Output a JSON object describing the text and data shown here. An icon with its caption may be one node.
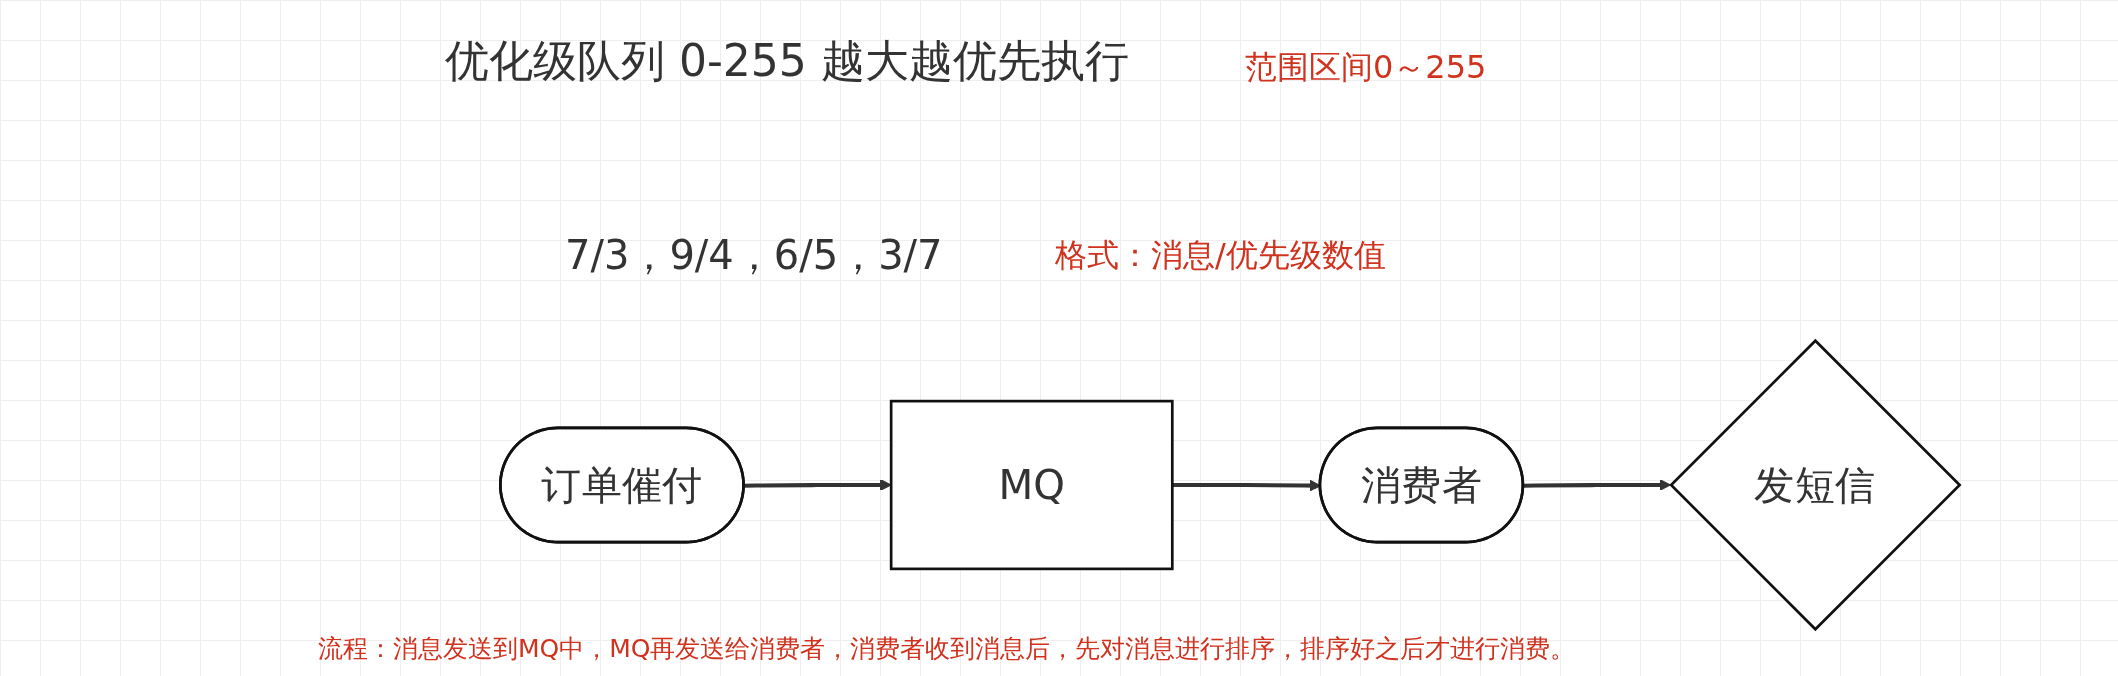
{
  "diagram": {
    "title": "优化级队列  0-255 越大越优先执行",
    "nodes": [
      {
        "text": [
          "订单催付"
        ]
      },
      {
        "text": [
          "MQ"
        ]
      },
      {
        "text": [
          "消费者"
        ]
      },
      {
        "text": [
          "发短信"
        ]
      }
    ],
    "edges": [
      {
        "from": 0,
        "to": 1,
        "arrow": "to"
      },
      {
        "from": 1,
        "to": 2,
        "arrow": "to"
      },
      {
        "from": 2,
        "to": 3,
        "arrow": "to"
      }
    ],
    "labels": [
      "范围区间0～255",
      "7/3，9/4，6/5，3/7",
      "格式：消息/优先级数值"
    ],
    "caption": "流程：消息发送到MQ中，MQ再发送给消费者，消费者收到消息后，先对消息进行排序，排序好之后才进行消费。"
  }
}
